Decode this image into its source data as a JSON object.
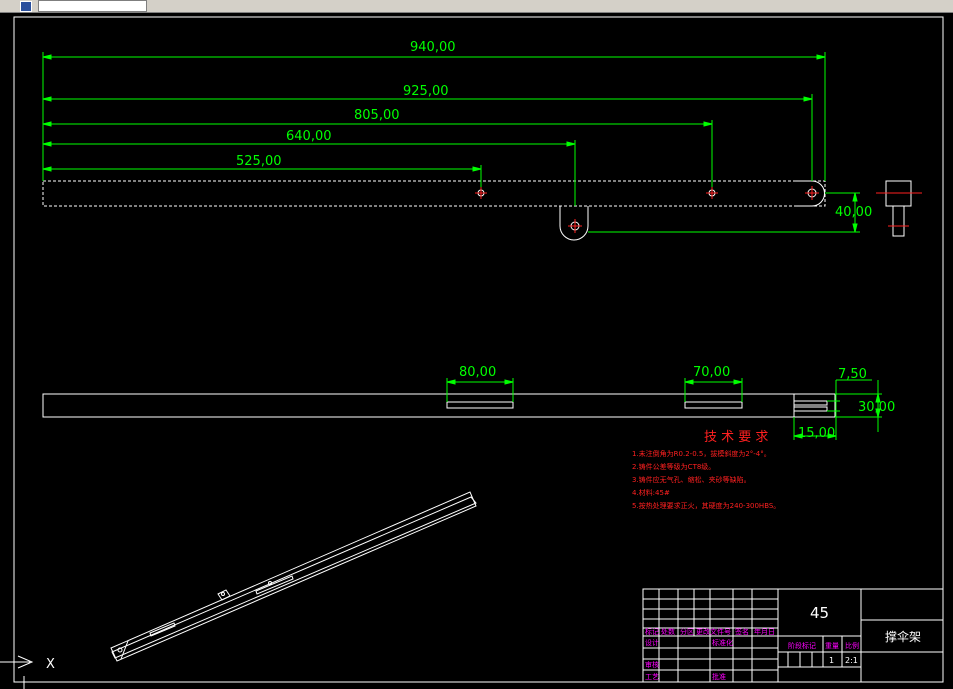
{
  "toolbar": {
    "layer_combo": ""
  },
  "dimensions": {
    "top": [
      "940,00",
      "925,00",
      "805,00",
      "640,00",
      "525,00"
    ],
    "side_height": "40,00",
    "mid": [
      "80,00",
      "70,00",
      "7,50",
      "30,00",
      "15,00"
    ]
  },
  "tech": {
    "title": "技 术 要 求",
    "lines": [
      "1.未注倒角为R0.2-0.5，拔模斜度为2°-4°。",
      "2.铸件公差等级为CT8级。",
      "3.铸件应无气孔、缩松、夹砂等缺陷。",
      "4.材料:45#",
      "5.按热处理要求正火，其硬度为240-300HBS。"
    ]
  },
  "title_block": {
    "material": "45",
    "part_name": "撑伞架",
    "row_labels": [
      "标记",
      "处数",
      "分区",
      "更改文件号",
      "签名",
      "年月日"
    ],
    "design": "设计",
    "standardize": "标准化",
    "check": "审核",
    "process": "工艺",
    "approve": "批准",
    "stage": "阶段标记",
    "weight": "重量",
    "scale_label": "比例",
    "qty": "1",
    "scale": "2:1"
  },
  "ucs": {
    "x_label": "X"
  },
  "colors": {
    "dim": "#00ff00",
    "red": "#ff2020",
    "magenta": "#ff00ff",
    "outline": "#ffffff"
  }
}
